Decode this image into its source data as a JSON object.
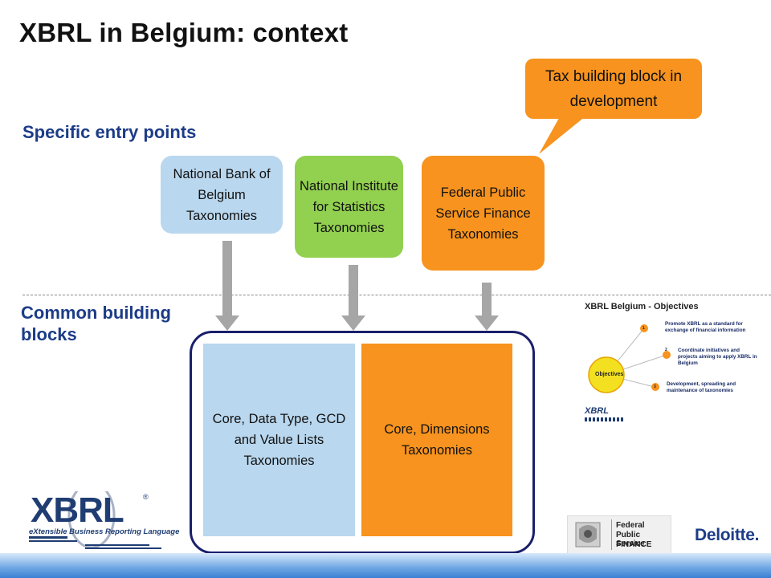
{
  "slide": {
    "title": "XBRL in Belgium: context"
  },
  "sections": {
    "specific": "Specific entry points",
    "common": "Common building blocks"
  },
  "callout": {
    "text": "Tax building block in development",
    "color": "#f7931e"
  },
  "entry_points": [
    {
      "label": "National Bank of Belgium Taxonomies",
      "color": "#b9d7ee"
    },
    {
      "label": "National Institute for Statistics Taxonomies",
      "color": "#92d050"
    },
    {
      "label": "Federal Public Service Finance Taxonomies",
      "color": "#f7931e"
    }
  ],
  "building_blocks": [
    {
      "label": "Core, Data Type, GCD and Value Lists Taxonomies",
      "color": "#b9d7ee"
    },
    {
      "label": "Core, Dimensions Taxonomies",
      "color": "#f7931e"
    }
  ],
  "objectives_thumbnail": {
    "title": "XBRL Belgium - Objectives",
    "center": "Objectives",
    "items": [
      {
        "num": "1",
        "text": "Promote XBRL as a standard for exchange of financial information"
      },
      {
        "num": "2",
        "text": "Coordinate initiatives and projects aiming to apply XBRL in Belgium"
      },
      {
        "num": "3",
        "text": "Development, spreading and maintenance of taxonomies"
      }
    ],
    "logo": "XBRL"
  },
  "logos": {
    "xbrl_main": "XBRL",
    "xbrl_registered": "®",
    "xbrl_tagline": "eXtensible Business Reporting Language",
    "fpsf_line1": "Federal",
    "fpsf_line2": "Public Service",
    "fpsf_line3": "FINANCE",
    "deloitte": "Deloitte."
  },
  "colors": {
    "accent_navy": "#1a1f6b",
    "heading_blue": "#1c3c87",
    "arrow_gray": "#a6a6a6"
  }
}
